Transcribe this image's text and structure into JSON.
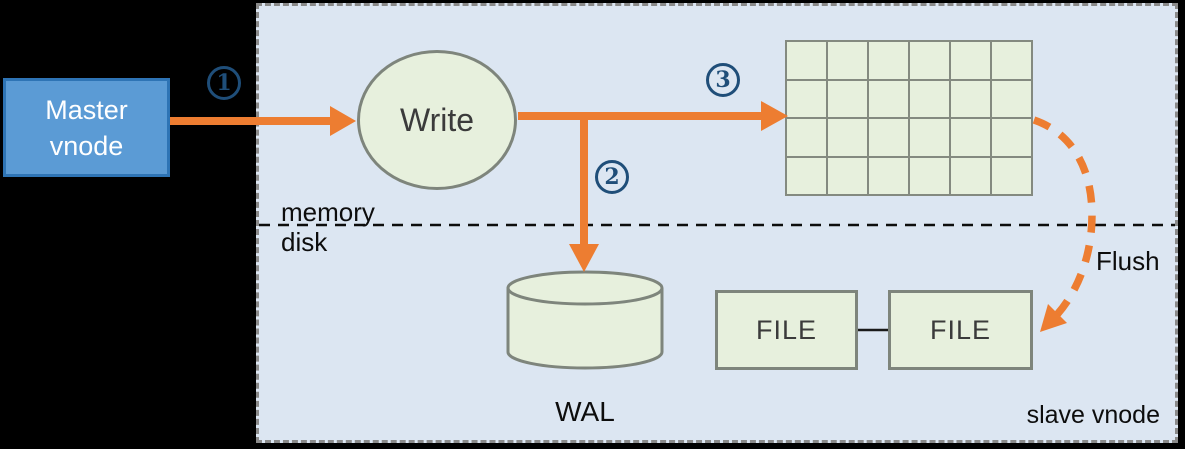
{
  "diagram": {
    "master_vnode": {
      "label": "Master vnode"
    },
    "write": {
      "label": "Write"
    },
    "wal": {
      "label": "WAL"
    },
    "files": [
      {
        "label": "FILE"
      },
      {
        "label": "FILE"
      }
    ],
    "labels": {
      "memory": "memory",
      "disk": "disk",
      "flush": "Flush",
      "slave_vnode": "slave vnode"
    },
    "steps": [
      {
        "number": "1"
      },
      {
        "number": "2"
      },
      {
        "number": "3"
      }
    ],
    "grid": {
      "rows": 4,
      "cols": 6
    },
    "colors": {
      "background": "#000000",
      "panel_fill": "#dce6f2",
      "panel_border": "#8a8a8a",
      "master_fill": "#5b9bd5",
      "master_border": "#2e74b5",
      "node_fill": "#e7f0dd",
      "node_border": "#7e857c",
      "arrow_orange": "#ed7d31",
      "step_blue": "#1f4e79",
      "text_black": "#0d0d0d"
    }
  }
}
